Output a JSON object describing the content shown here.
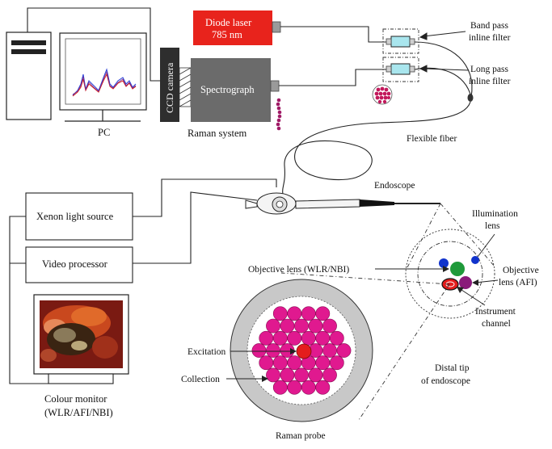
{
  "labels": {
    "diode_laser_line1": "Diode laser",
    "diode_laser_line2": "785 nm",
    "spectrograph": "Spectrograph",
    "ccd_camera": "CCD camera",
    "raman_system": "Raman system",
    "pc": "PC",
    "band_pass_line1": "Band pass",
    "band_pass_line2": "inline filter",
    "long_pass_line1": "Long pass",
    "long_pass_line2": "inline filter",
    "flexible_fiber": "Flexible fiber",
    "endoscope": "Endoscope",
    "xenon_light_source": "Xenon light source",
    "video_processor": "Video processor",
    "colour_monitor_line1": "Colour monitor",
    "colour_monitor_line2": "(WLR/AFI/NBI)",
    "illumination_lens_line1": "Illumination",
    "illumination_lens_line2": "lens",
    "objective_lens_wlr_nbi": "Objective lens (WLR/NBI)",
    "objective_lens_afi_line1": "Objective",
    "objective_lens_afi_line2": "lens (AFI)",
    "instrument_channel_line1": "Instrument",
    "instrument_channel_line2": "channel",
    "excitation": "Excitation",
    "collection": "Collection",
    "distal_tip_line1": "Distal tip",
    "distal_tip_line2": "of endoscope",
    "raman_probe": "Raman probe"
  },
  "colors": {
    "laser_red": "#e8231c",
    "spectrograph_gray": "#6b6b6b",
    "ccd_dark": "#2e2e2e",
    "fiber_magenta": "#e0198f",
    "excitation_red": "#e41d1d",
    "probe_ring_gray": "#c8c8c8",
    "filter_cyan": "#a9e6ee",
    "lens_blue": "#1133cc",
    "lens_green": "#1f9a3a",
    "lens_purple": "#8a1a7a",
    "lens_red": "#e41d1d"
  }
}
